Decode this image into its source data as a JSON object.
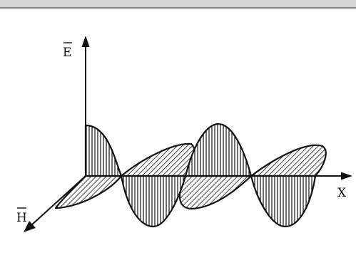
{
  "diagram": {
    "labels": {
      "e_field": "E",
      "h_field": "H",
      "x_axis": "X"
    },
    "colors": {
      "ink": "#111111",
      "background": "#ffffff",
      "top_bar": "#d6d6d6"
    }
  }
}
